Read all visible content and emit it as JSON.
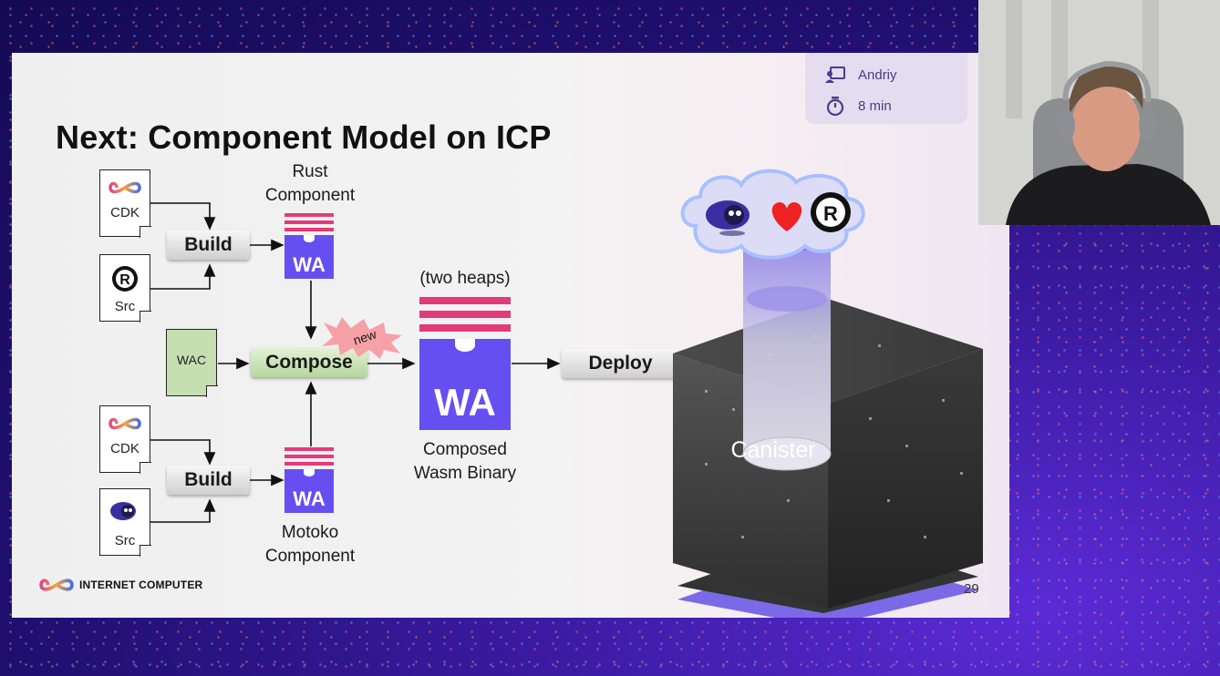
{
  "slide": {
    "title": "Next: Component Model on ICP",
    "speaker": {
      "name": "Andriy",
      "duration": "8 min"
    },
    "page_number": "29",
    "logo_text": "INTERNET COMPUTER"
  },
  "diagram": {
    "top": {
      "doc1_label": "CDK",
      "doc2_label": "Src",
      "build_label": "Build",
      "component_title": "Rust\nComponent",
      "wa_label": "WA"
    },
    "middle": {
      "wac_label": "WAC",
      "compose_label": "Compose",
      "new_badge": "new",
      "heaps_label": "(two heaps)",
      "binary_wa_label": "WA",
      "binary_caption": "Composed\nWasm Binary",
      "deploy_label": "Deploy",
      "canister_label": "Canister"
    },
    "bottom": {
      "doc1_label": "CDK",
      "doc2_label": "Src",
      "build_label": "Build",
      "component_title": "Motoko\nComponent",
      "wa_label": "WA"
    }
  },
  "colors": {
    "wasm_purple": "#654ff0",
    "stripe_pink": "#e33a78",
    "compose_green": "#b5d69d",
    "wac_green": "#c5dfb0"
  },
  "icons": [
    "presenter-icon",
    "timer-icon",
    "infinity-icon",
    "rust-icon",
    "motoko-icon",
    "heart-icon",
    "cloud-icon"
  ]
}
